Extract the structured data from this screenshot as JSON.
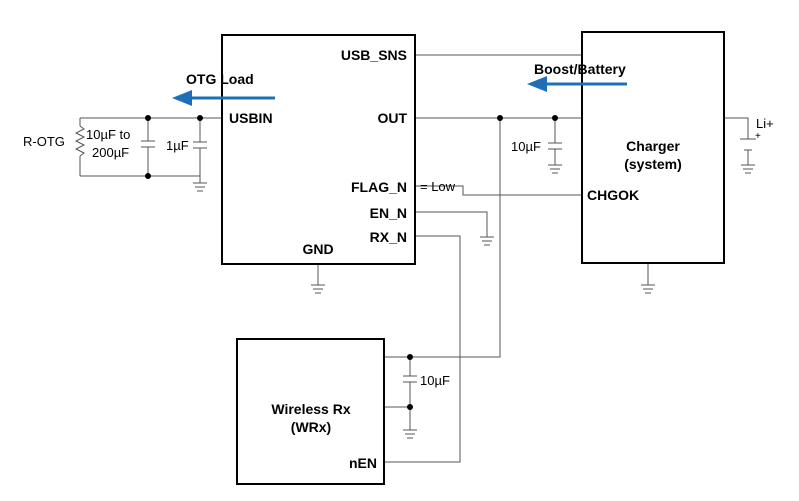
{
  "ic": {
    "usb_sns": "USB_SNS",
    "usbin": "USBIN",
    "out": "OUT",
    "flag_n": "FLAG_N",
    "en_n": "EN_N",
    "rx_n": "RX_N",
    "gnd": "GND"
  },
  "charger": {
    "title_line1": "Charger",
    "title_line2": "(system)",
    "chgok": "CHGOK"
  },
  "wireless": {
    "title_line1": "Wireless Rx",
    "title_line2": "(WRx)",
    "nen": "nEN"
  },
  "labels": {
    "otg_load": "OTG Load",
    "boost_battery": "Boost/Battery",
    "r_otg": "R-OTG",
    "cap_otg_1": "10µF to",
    "cap_otg_2": "200µF",
    "cap_1uf": "1µF",
    "cap_out": "10µF",
    "cap_wrx": "10µF",
    "flag_low": "= Low",
    "battery": "Li+",
    "battery_plus": "+"
  },
  "colors": {
    "arrow": "#1f6fb8"
  }
}
